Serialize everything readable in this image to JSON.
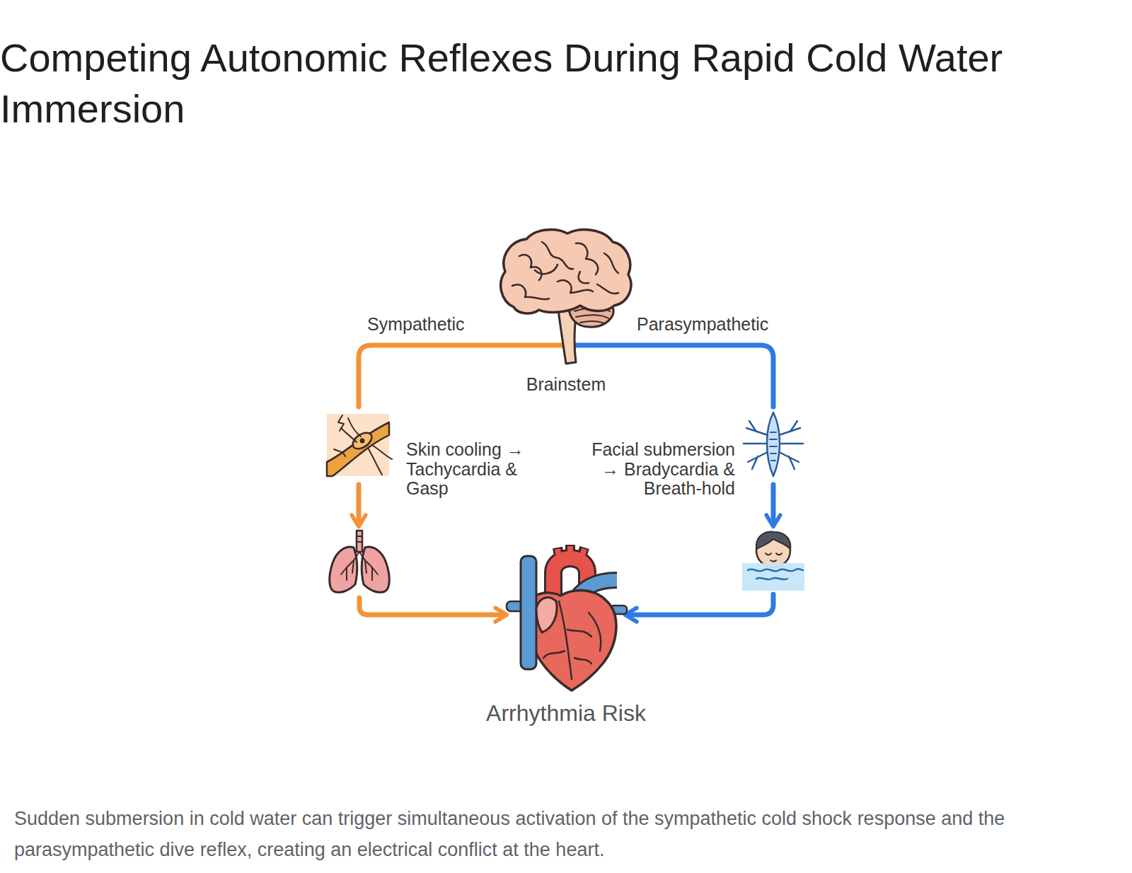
{
  "diagram": {
    "title": "Competing Autonomic Reflexes During Rapid Cold Water Immersion",
    "caption": "Sudden submersion in cold water can trigger simultaneous activation of the sympathetic cold shock response and the parasympathetic dive reflex, creating an electrical conflict at the heart.",
    "nodes": [
      {
        "text": [
          "Brainstem"
        ]
      },
      {
        "text": [
          "Skin cooling → Tachycardia & Gasp"
        ]
      },
      {
        "text": [
          "Facial submersion → Bradycardia & Breath-hold"
        ]
      },
      {
        "text": []
      },
      {
        "text": []
      },
      {
        "text": [
          "Arrhythmia Risk"
        ]
      }
    ],
    "edges": [
      {
        "from": 0,
        "to": 1,
        "label": "Sympathetic",
        "arrow": "none"
      },
      {
        "from": 0,
        "to": 2,
        "label": "Parasympathetic",
        "arrow": "none"
      },
      {
        "from": 1,
        "to": 3,
        "arrow": "to"
      },
      {
        "from": 3,
        "to": 5,
        "arrow": "to"
      },
      {
        "from": 2,
        "to": 4,
        "arrow": "to"
      },
      {
        "from": 4,
        "to": 5,
        "arrow": "to"
      }
    ]
  }
}
